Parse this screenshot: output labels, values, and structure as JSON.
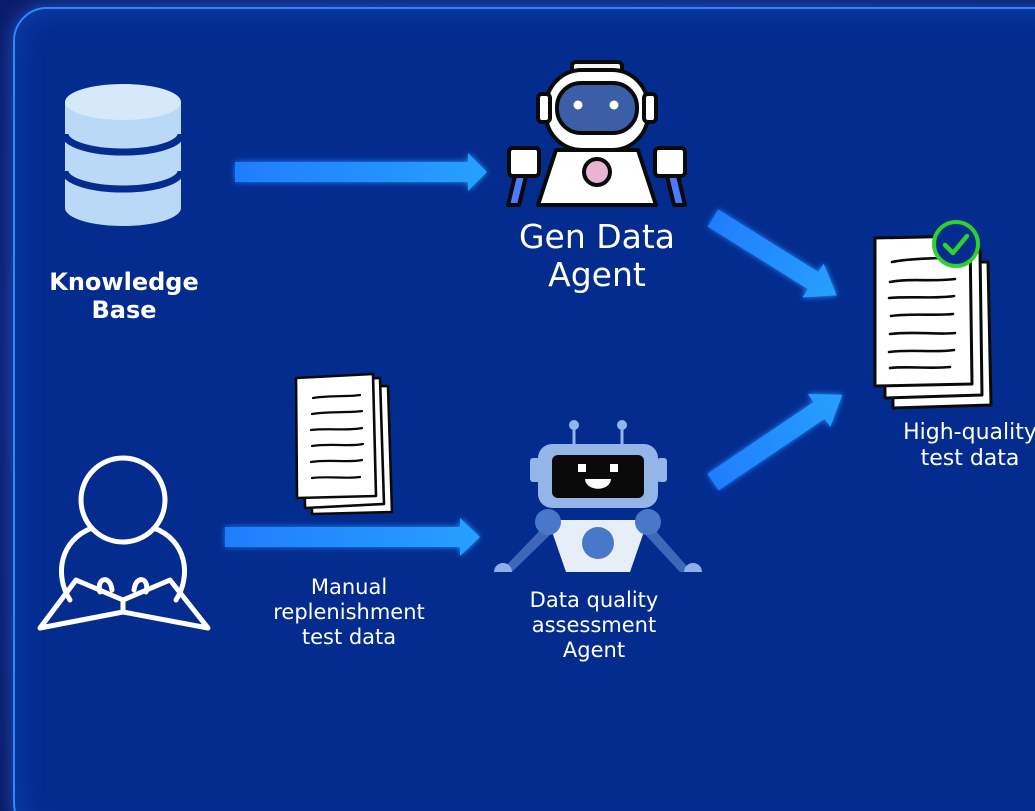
{
  "diagram": {
    "knowledge_base": {
      "line1": "Knowledge",
      "line2": "Base"
    },
    "gen_agent": {
      "line1": "Gen Data",
      "line2": "Agent"
    },
    "manual_data": {
      "line1": "Manual",
      "line2": "replenishment",
      "line3": "test data"
    },
    "dq_agent": {
      "line1": "Data quality",
      "line2": "assessment",
      "line3": "Agent"
    },
    "output": {
      "line1": "High-quality",
      "line2": "test data"
    }
  },
  "colors": {
    "background": "#042c8f",
    "border": "#2f86ff",
    "arrow": "#1d8bff",
    "check": "#2ed12e",
    "database": "#b9d9f7"
  },
  "icons": [
    "database-icon",
    "robot-icon",
    "person-reading-icon",
    "document-stack-icon",
    "small-robot-icon",
    "checkmark-icon"
  ]
}
